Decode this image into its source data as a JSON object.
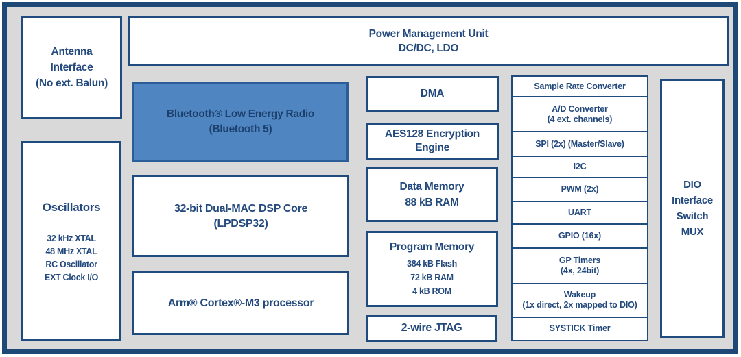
{
  "colors": {
    "frame_border": "#1e4977",
    "background_gray": "#d9d9d9",
    "box_border": "#1f4b7e",
    "box_fill": "#ffffff",
    "radio_fill": "#4f86c2",
    "text_navy": "#23497d"
  },
  "blocks": {
    "antenna": {
      "line1": "Antenna",
      "line2": "Interface",
      "line3": "(No ext. Balun)"
    },
    "pmu": {
      "line1": "Power Management Unit",
      "line2": "DC/DC, LDO"
    },
    "radio": {
      "line1": "Bluetooth® Low Energy Radio",
      "line2": "(Bluetooth 5)"
    },
    "oscillators": {
      "title": "Oscillators",
      "items": [
        "32 kHz XTAL",
        "48 MHz XTAL",
        "RC Oscillator",
        "EXT Clock I/O"
      ]
    },
    "dsp": {
      "line1": "32-bit Dual-MAC DSP Core",
      "line2": "(LPDSP32)"
    },
    "cortex": {
      "label": "Arm® Cortex®-M3 processor"
    },
    "dma": {
      "label": "DMA"
    },
    "aes": {
      "line1": "AES128 Encryption",
      "line2": "Engine"
    },
    "data_memory": {
      "title": "Data Memory",
      "subtitle": "88 kB RAM"
    },
    "program_memory": {
      "title": "Program Memory",
      "items": [
        "384 kB Flash",
        "72 kB RAM",
        "4 kB ROM"
      ]
    },
    "jtag": {
      "label": "2-wire JTAG"
    },
    "peripherals": [
      {
        "line1": "Sample Rate Converter"
      },
      {
        "line1": "A/D Converter",
        "line2": "(4 ext. channels)"
      },
      {
        "line1": "SPI (2x) (Master/Slave)"
      },
      {
        "line1": "I2C"
      },
      {
        "line1": "PWM (2x)"
      },
      {
        "line1": "UART"
      },
      {
        "line1": "GPIO (16x)"
      },
      {
        "line1": "GP Timers",
        "line2": "(4x, 24bit)"
      },
      {
        "line1": "Wakeup",
        "line2": "(1x direct, 2x mapped to DIO)"
      },
      {
        "line1": "SYSTICK Timer"
      }
    ],
    "dio": {
      "line1": "DIO",
      "line2": "Interface",
      "line3": "Switch",
      "line4": "MUX"
    }
  }
}
